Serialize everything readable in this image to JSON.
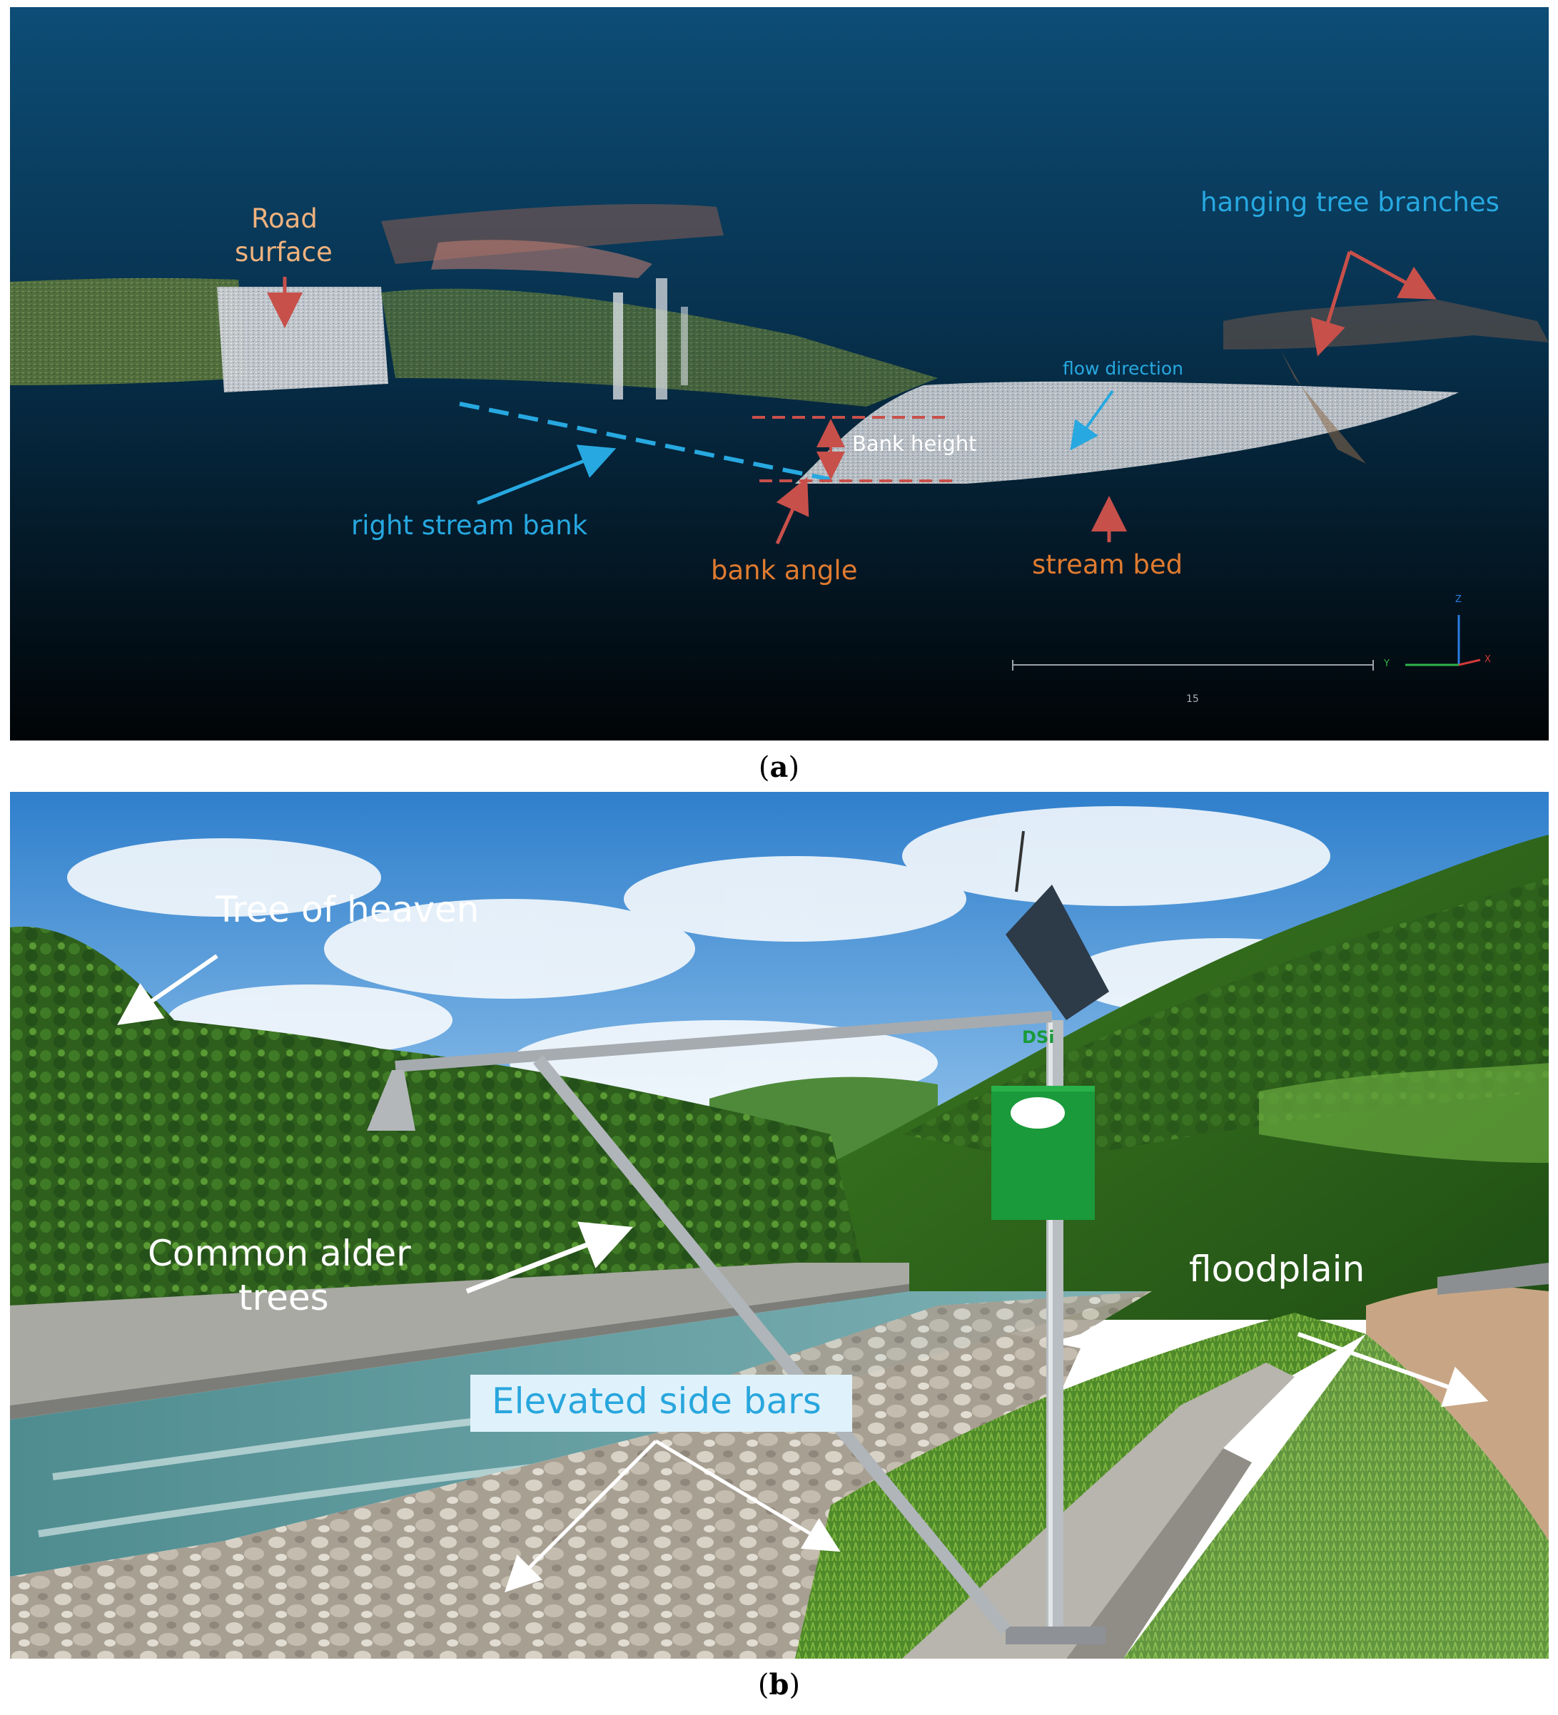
{
  "panel_a": {
    "caption_open": "(",
    "caption_letter": "a",
    "caption_close": ")",
    "labels": {
      "road_surface_line1": "Road",
      "road_surface_line2": "surface",
      "hanging_branches": "hanging tree branches",
      "flow_direction": "flow direction",
      "bank_height": "Bank height",
      "right_stream_bank": "right stream bank",
      "bank_angle": "bank angle",
      "stream_bed": "stream bed"
    },
    "scale_bar": {
      "value": "15"
    },
    "axes": {
      "z": "Z",
      "y": "Y",
      "x": "X"
    },
    "colors": {
      "sky_top": "#0c4a72",
      "sky_bottom": "#010406",
      "orange_label": "#e07b2f",
      "blue_label": "#27a8e0",
      "red_arrow": "#c8504a",
      "peach_label": "#f0b27e"
    }
  },
  "panel_b": {
    "caption_open": "(",
    "caption_letter": "b",
    "caption_close": ")",
    "labels": {
      "tree_of_heaven": "Tree of heaven",
      "common_alder_line1": "Common alder",
      "common_alder_line2": "trees",
      "floodplain": "floodplain",
      "elevated_side_bars": "Elevated side bars",
      "box_logo": "DSi"
    },
    "colors": {
      "sky": "#3d8fd6",
      "forest": "#2f6b1e",
      "water": "#5f9aa0",
      "box_green": "#1a9a3a",
      "label_box": "#dff2fb",
      "label_box_text": "#29a6dd"
    }
  }
}
